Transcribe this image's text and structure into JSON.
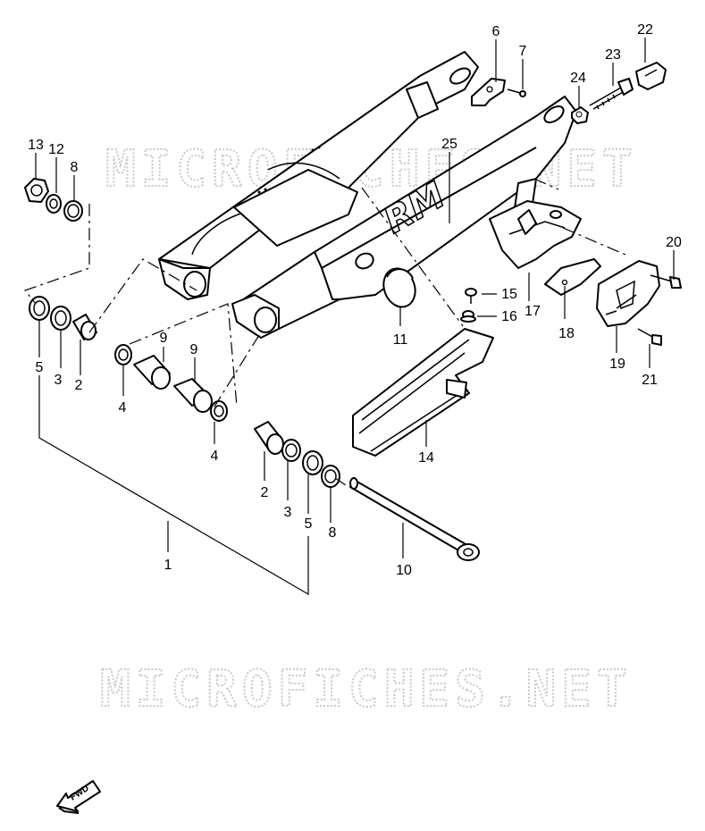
{
  "watermarks": [
    "MICROFICHES.NET",
    "MICROFICHES.NET"
  ],
  "decal_text": "RM",
  "fwd_label": "FWD",
  "callouts": {
    "c1": "1",
    "c2a": "2",
    "c2b": "2",
    "c3a": "3",
    "c3b": "3",
    "c4a": "4",
    "c4b": "4",
    "c5a": "5",
    "c5b": "5",
    "c6": "6",
    "c7": "7",
    "c8a": "8",
    "c8b": "8",
    "c9a": "9",
    "c9b": "9",
    "c10": "10",
    "c11": "11",
    "c12": "12",
    "c13": "13",
    "c14": "14",
    "c15": "15",
    "c16": "16",
    "c17": "17",
    "c18": "18",
    "c19": "19",
    "c20": "20",
    "c21": "21",
    "c22": "22",
    "c23": "23",
    "c24": "24",
    "c25": "25"
  }
}
